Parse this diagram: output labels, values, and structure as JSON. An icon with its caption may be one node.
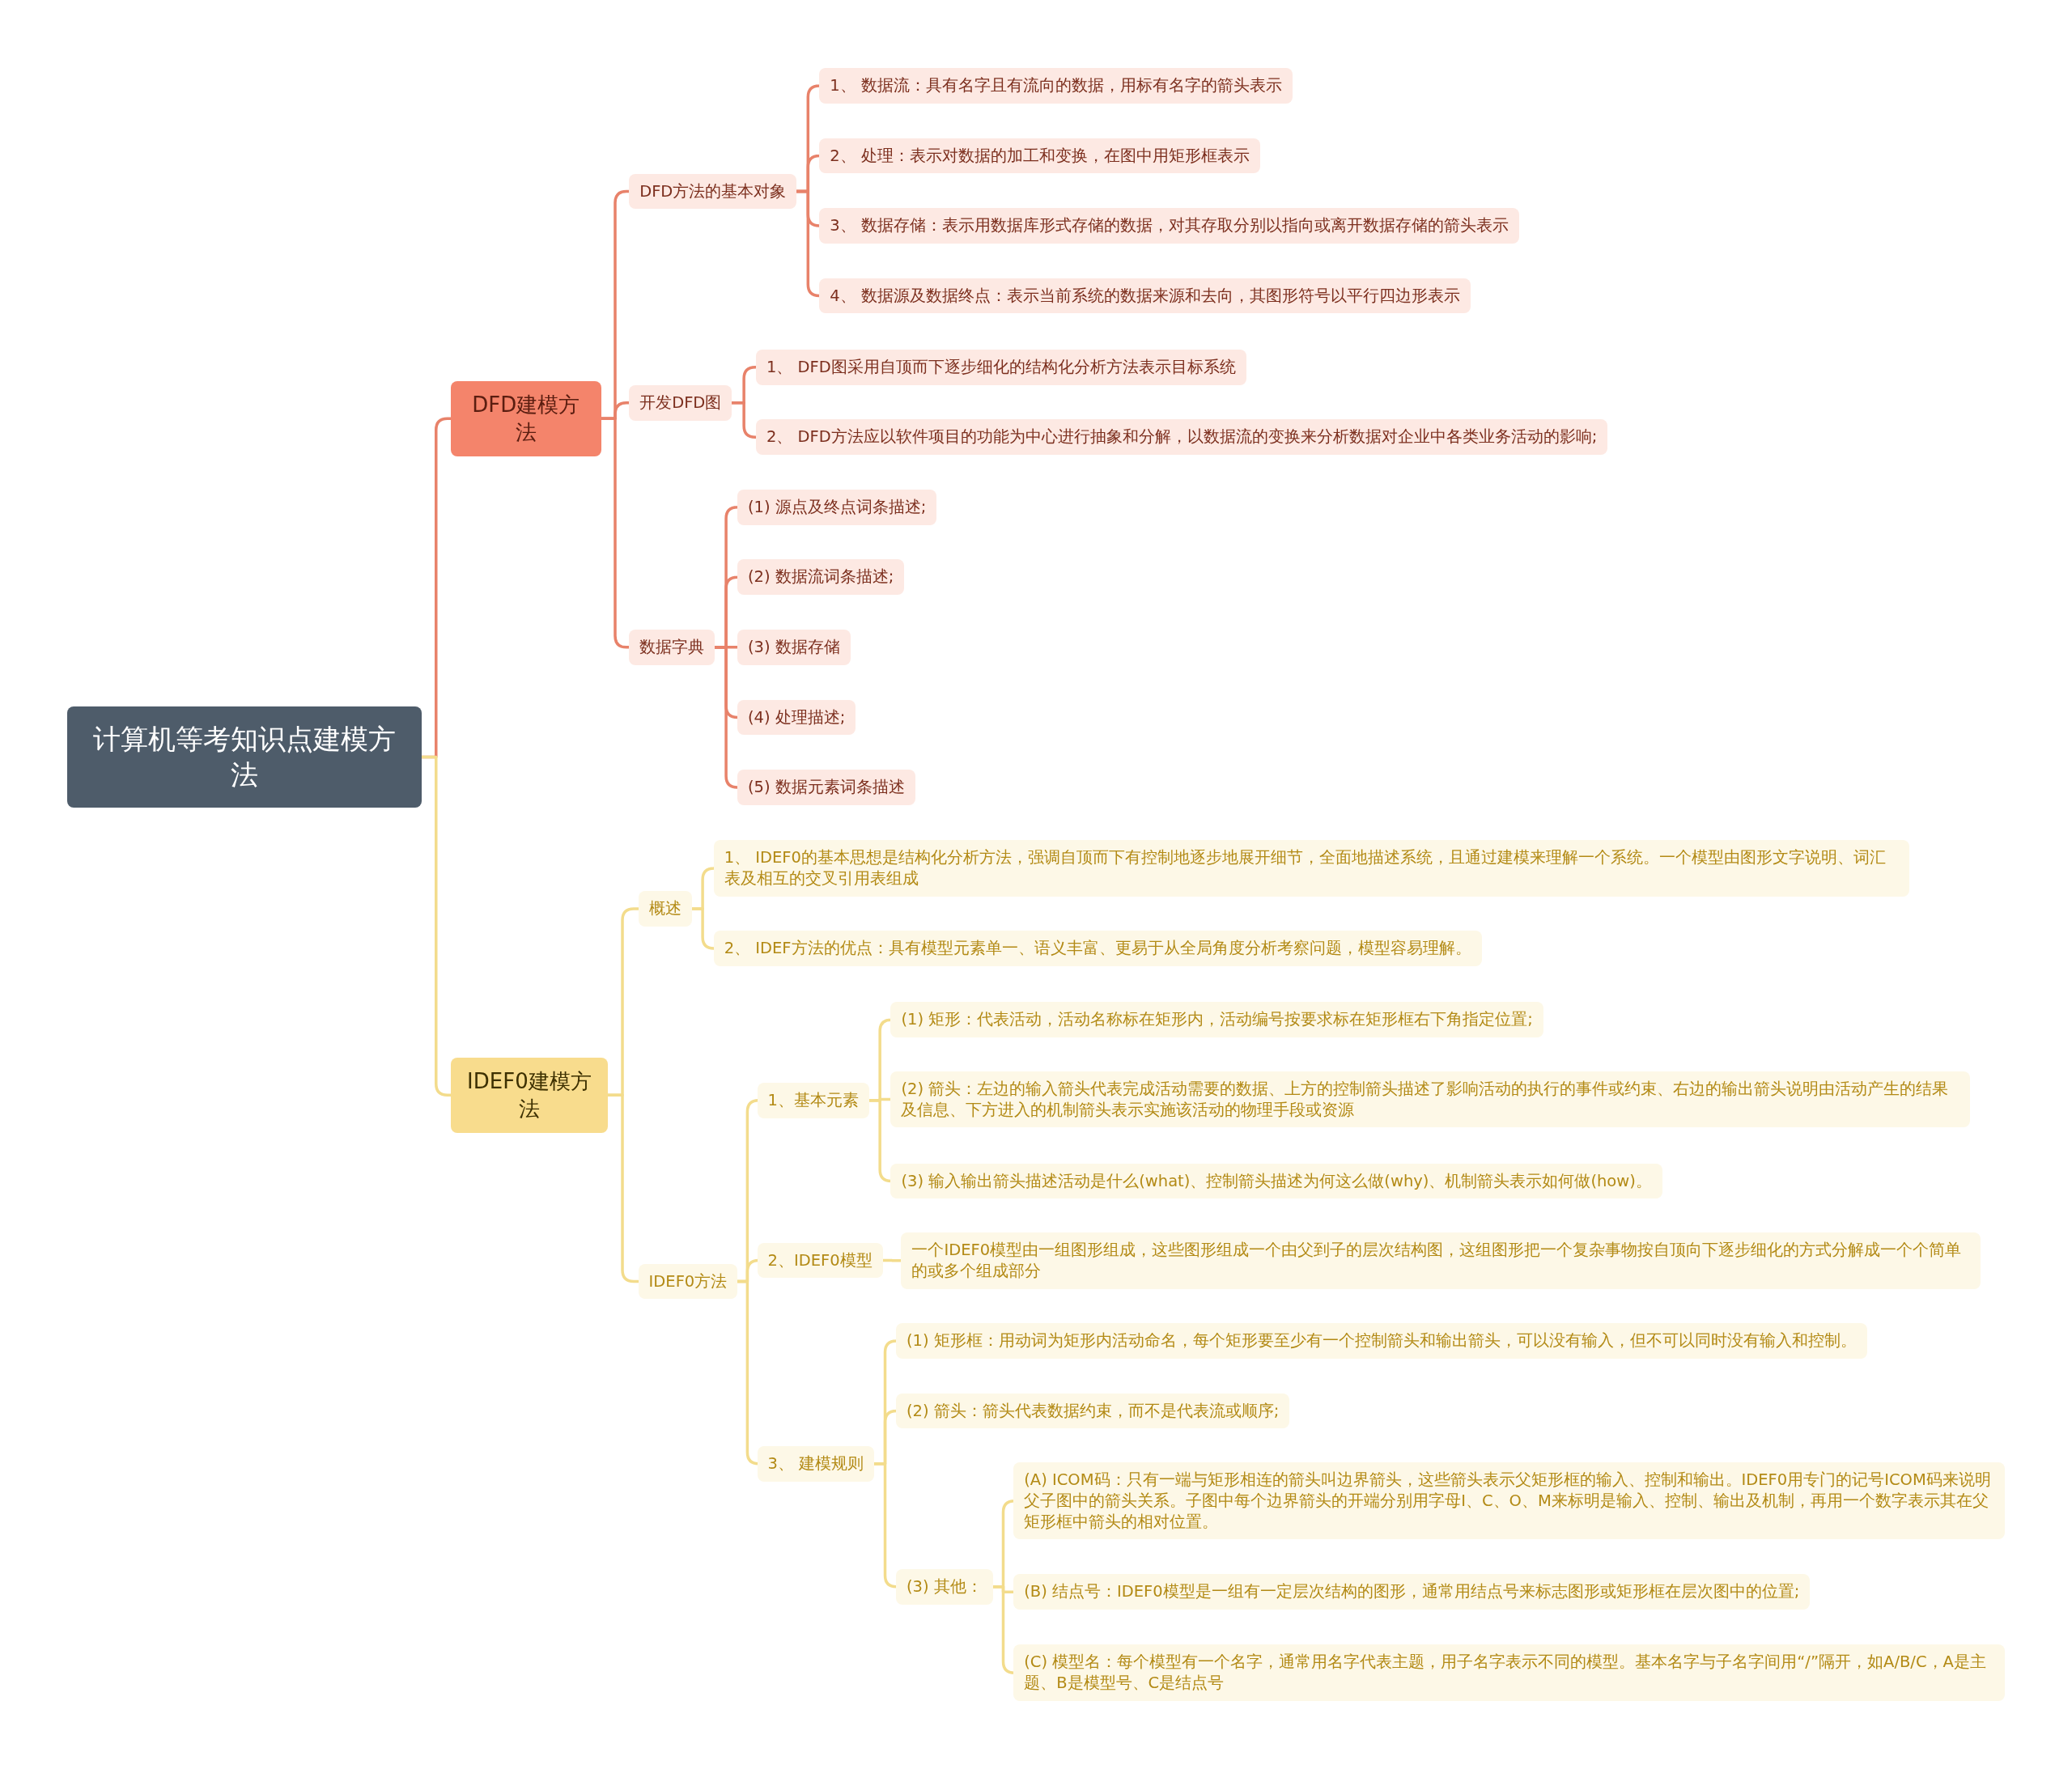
{
  "diagram": {
    "nodes": [
      {
        "text": [
          "计算机等考知识点建模方法"
        ]
      },
      {
        "text": [
          "DFD建模方法"
        ]
      },
      {
        "text": [
          "DFD方法的基本对象"
        ]
      },
      {
        "text": [
          "1、 数据流：具有名字且有流向的数据，用标有名字的箭头表示"
        ]
      },
      {
        "text": [
          "2、 处理：表示对数据的加工和变换，在图中用矩形框表示"
        ]
      },
      {
        "text": [
          "3、 数据存储：表示用数据库形式存储的数据，对其存取分别以指向或离开数据存储的箭头表示"
        ]
      },
      {
        "text": [
          "4、 数据源及数据终点：表示当前系统的数据来源和去向，其图形符号以平行四边形表示"
        ]
      },
      {
        "text": [
          "开发DFD图"
        ]
      },
      {
        "text": [
          "1、 DFD图采用自顶而下逐步细化的结构化分析方法表示目标系统"
        ]
      },
      {
        "text": [
          "2、 DFD方法应以软件项目的功能为中心进行抽象和分解，以数据流的变换来分析数据对企业中各类业务活动的影响;"
        ]
      },
      {
        "text": [
          "数据字典"
        ]
      },
      {
        "text": [
          "(1) 源点及终点词条描述;"
        ]
      },
      {
        "text": [
          "(2) 数据流词条描述;"
        ]
      },
      {
        "text": [
          "(3) 数据存储"
        ]
      },
      {
        "text": [
          "(4) 处理描述;"
        ]
      },
      {
        "text": [
          "(5) 数据元素词条描述"
        ]
      },
      {
        "text": [
          "IDEF0建模方法"
        ]
      },
      {
        "text": [
          "概述"
        ]
      },
      {
        "text": [
          "1、 IDEF0的基本思想是结构化分析方法，强调自顶而下有控制地逐步地展开细节，全面地描述系统，且通过建模来理解一个系统。一个模型由图形文字说明、词汇表及相互的交叉引用表组成"
        ]
      },
      {
        "text": [
          "2、 IDEF方法的优点：具有模型元素单一、语义丰富、更易于从全局角度分析考察问题，模型容易理解。"
        ]
      },
      {
        "text": [
          "IDEF0方法"
        ]
      },
      {
        "text": [
          "1、基本元素"
        ]
      },
      {
        "text": [
          "(1) 矩形：代表活动，活动名称标在矩形内，活动编号按要求标在矩形框右下角指定位置;"
        ]
      },
      {
        "text": [
          "(2) 箭头：左边的输入箭头代表完成活动需要的数据、上方的控制箭头描述了影响活动的执行的事件或约束、右边的输出箭头说明由活动产生的结果及信息、下方进入的机制箭头表示实施该活动的物理手段或资源"
        ]
      },
      {
        "text": [
          "(3) 输入输出箭头描述活动是什么(what)、控制箭头描述为何这么做(why)、机制箭头表示如何做(how)。"
        ]
      },
      {
        "text": [
          "2、IDEF0模型"
        ]
      },
      {
        "text": [
          "一个IDEF0模型由一组图形组成，这些图形组成一个由父到子的层次结构图，这组图形把一个复杂事物按自顶向下逐步细化的方式分解成一个个简单的或多个组成部分"
        ]
      },
      {
        "text": [
          "3、 建模规则"
        ]
      },
      {
        "text": [
          "(1) 矩形框：用动词为矩形内活动命名，每个矩形要至少有一个控制箭头和输出箭头，可以没有输入，但不可以同时没有输入和控制。"
        ]
      },
      {
        "text": [
          "(2) 箭头：箭头代表数据约束，而不是代表流或顺序;"
        ]
      },
      {
        "text": [
          "(3) 其他："
        ]
      },
      {
        "text": [
          "(A) ICOM码：只有一端与矩形相连的箭头叫边界箭头，这些箭头表示父矩形框的输入、控制和输出。IDEF0用专门的记号ICOM码来说明父子图中的箭头关系。子图中每个边界箭头的开端分别用字母I、C、O、M来标明是输入、控制、输出及机制，再用一个数字表示其在父矩形框中箭头的相对位置。"
        ]
      },
      {
        "text": [
          "(B) 结点号：IDEF0模型是一组有一定层次结构的图形，通常用结点号来标志图形或矩形框在层次图中的位置;"
        ]
      },
      {
        "text": [
          "(C) 模型名：每个模型有一个名字，通常用名字代表主题，用子名字表示不同的模型。基本名字与子名字间用“/”隔开，如A/B/C，A是主题、B是模型号、C是结点号"
        ]
      }
    ],
    "edges": [
      {
        "from": 0,
        "to": 1,
        "arrow": "none",
        "color": "#e8826a"
      },
      {
        "from": 1,
        "to": 2,
        "arrow": "none",
        "color": "#e8826a"
      },
      {
        "from": 2,
        "to": 3,
        "arrow": "none",
        "color": "#e8826a"
      },
      {
        "from": 2,
        "to": 4,
        "arrow": "none",
        "color": "#e8826a"
      },
      {
        "from": 2,
        "to": 5,
        "arrow": "none",
        "color": "#e8826a"
      },
      {
        "from": 2,
        "to": 6,
        "arrow": "none",
        "color": "#e8826a"
      },
      {
        "from": 1,
        "to": 7,
        "arrow": "none",
        "color": "#e8826a"
      },
      {
        "from": 7,
        "to": 8,
        "arrow": "none",
        "color": "#e8826a"
      },
      {
        "from": 7,
        "to": 9,
        "arrow": "none",
        "color": "#e8826a"
      },
      {
        "from": 1,
        "to": 10,
        "arrow": "none",
        "color": "#e8826a"
      },
      {
        "from": 10,
        "to": 11,
        "arrow": "none",
        "color": "#e8826a"
      },
      {
        "from": 10,
        "to": 12,
        "arrow": "none",
        "color": "#e8826a"
      },
      {
        "from": 10,
        "to": 13,
        "arrow": "none",
        "color": "#e8826a"
      },
      {
        "from": 10,
        "to": 14,
        "arrow": "none",
        "color": "#e8826a"
      },
      {
        "from": 10,
        "to": 15,
        "arrow": "none",
        "color": "#e8826a"
      },
      {
        "from": 0,
        "to": 16,
        "arrow": "none"
      },
      {
        "from": 16,
        "to": 17,
        "arrow": "none"
      },
      {
        "from": 17,
        "to": 18,
        "arrow": "none"
      },
      {
        "from": 17,
        "to": 19,
        "arrow": "none"
      },
      {
        "from": 16,
        "to": 20,
        "arrow": "none"
      },
      {
        "from": 20,
        "to": 21,
        "arrow": "none"
      },
      {
        "from": 21,
        "to": 22,
        "arrow": "none"
      },
      {
        "from": 21,
        "to": 23,
        "arrow": "none"
      },
      {
        "from": 21,
        "to": 24,
        "arrow": "none"
      },
      {
        "from": 20,
        "to": 25,
        "arrow": "none"
      },
      {
        "from": 25,
        "to": 26,
        "arrow": "none"
      },
      {
        "from": 20,
        "to": 27,
        "arrow": "none"
      },
      {
        "from": 27,
        "to": 28,
        "arrow": "none"
      },
      {
        "from": 27,
        "to": 29,
        "arrow": "none"
      },
      {
        "from": 27,
        "to": 30,
        "arrow": "none"
      },
      {
        "from": 30,
        "to": 31,
        "arrow": "none"
      },
      {
        "from": 30,
        "to": 32,
        "arrow": "none"
      },
      {
        "from": 30,
        "to": 33,
        "arrow": "none"
      }
    ]
  }
}
